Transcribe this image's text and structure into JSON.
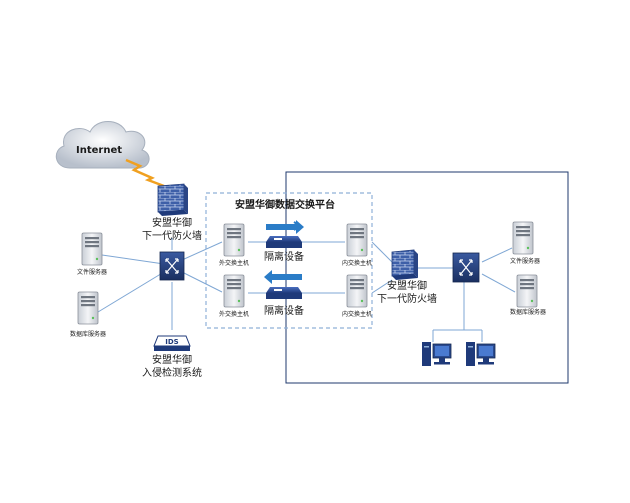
{
  "labels": {
    "internet": "Internet",
    "firewall_outer": [
      "安盟华御",
      "下一代防火墙"
    ],
    "platform_title": "安盟华御数据交换平台",
    "file_server_left": "文件服务器",
    "db_server_left": "数据库服务器",
    "ids_badge": "IDS",
    "ids_system": [
      "安盟华御",
      "入侵检测系统"
    ],
    "outer_host_top": "外交换主机",
    "outer_host_bottom": "外交换主机",
    "isolation_top": "隔离设备",
    "isolation_bottom": "隔离设备",
    "inner_host_top": "内交换主机",
    "inner_host_bottom": "内交换主机",
    "firewall_inner": [
      "安盟华御",
      "下一代防火墙"
    ],
    "file_server_right": "文件服务器",
    "db_server_right": "数据库服务器"
  },
  "colors": {
    "link": "#7fa7d4",
    "border": "#1f3a6e",
    "dashed": "#8fb0d8",
    "switch": "#243f7a",
    "arrow": "#2a7cc7",
    "lightning": "#f0a020",
    "brick": "#3d5fa8"
  }
}
